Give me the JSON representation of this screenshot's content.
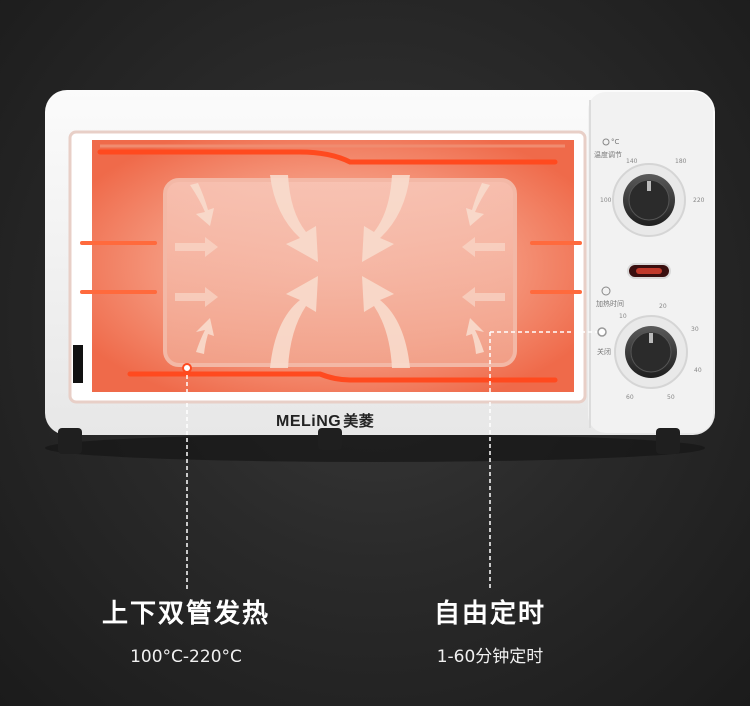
{
  "product": {
    "brand_latin": "MELiNG",
    "brand_cn": "美菱"
  },
  "temperature_dial": {
    "label": "温度调节",
    "unit": "°C",
    "ticks": [
      "140",
      "180",
      "100",
      "220"
    ]
  },
  "timer_dial": {
    "label": "加热时间",
    "off_label": "关闭",
    "ticks": [
      "10",
      "20",
      "30",
      "40",
      "50",
      "60"
    ]
  },
  "features": [
    {
      "title": "上下双管发热",
      "subtitle": "100°C-220°C"
    },
    {
      "title": "自由定时",
      "subtitle": "1-60分钟定时"
    }
  ],
  "colors": {
    "background": "#2a2a2a",
    "oven_body": "#f4f4f4",
    "heating_glow": "#ff7a55",
    "callout_line": "#ffffff"
  }
}
